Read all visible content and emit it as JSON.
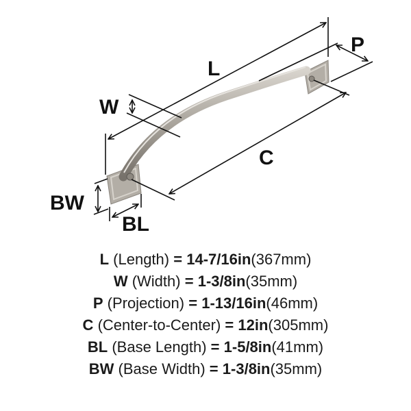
{
  "diagram": {
    "labels": {
      "L": "L",
      "W": "W",
      "P": "P",
      "C": "C",
      "BL": "BL",
      "BW": "BW"
    },
    "colors": {
      "metal": "#a8a39c",
      "metal_dark": "#7d7870",
      "line": "#111111"
    }
  },
  "specs": [
    {
      "code": "L",
      "name": "(Length)",
      "eq": "=",
      "value": "14-7/16in",
      "metric": "(367mm)"
    },
    {
      "code": "W",
      "name": "(Width)",
      "eq": "=",
      "value": "1-3/8in",
      "metric": "(35mm)"
    },
    {
      "code": "P",
      "name": "(Projection)",
      "eq": "=",
      "value": "1-13/16in",
      "metric": "(46mm)"
    },
    {
      "code": "C",
      "name": "(Center-to-Center)",
      "eq": "=",
      "value": "12in",
      "metric": "(305mm)"
    },
    {
      "code": "BL",
      "name": "(Base Length)",
      "eq": "=",
      "value": "1-5/8in",
      "metric": "(41mm)"
    },
    {
      "code": "BW",
      "name": "(Base Width)",
      "eq": "=",
      "value": "1-3/8in",
      "metric": "(35mm)"
    }
  ]
}
